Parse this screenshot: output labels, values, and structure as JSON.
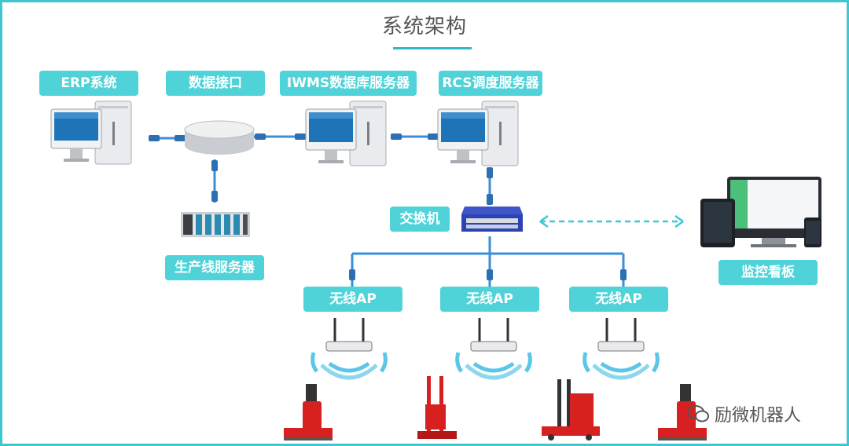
{
  "title": "系统架构",
  "labels": {
    "erp": "ERP系统",
    "data_interface": "数据接口",
    "iwms": "IWMS数据库服务器",
    "rcs": "RCS调度服务器",
    "switch": "交换机",
    "production_server": "生产线服务器",
    "monitor_board": "监控看板",
    "ap1": "无线AP",
    "ap2": "无线AP",
    "ap3": "无线AP"
  },
  "watermark": "励微机器人",
  "colors": {
    "frame": "#3fc7cf",
    "label_bg": "#4fd3d8",
    "cable": "#3a8fd6",
    "wifi": "#5bc6e8",
    "forklift": "#d72020"
  }
}
